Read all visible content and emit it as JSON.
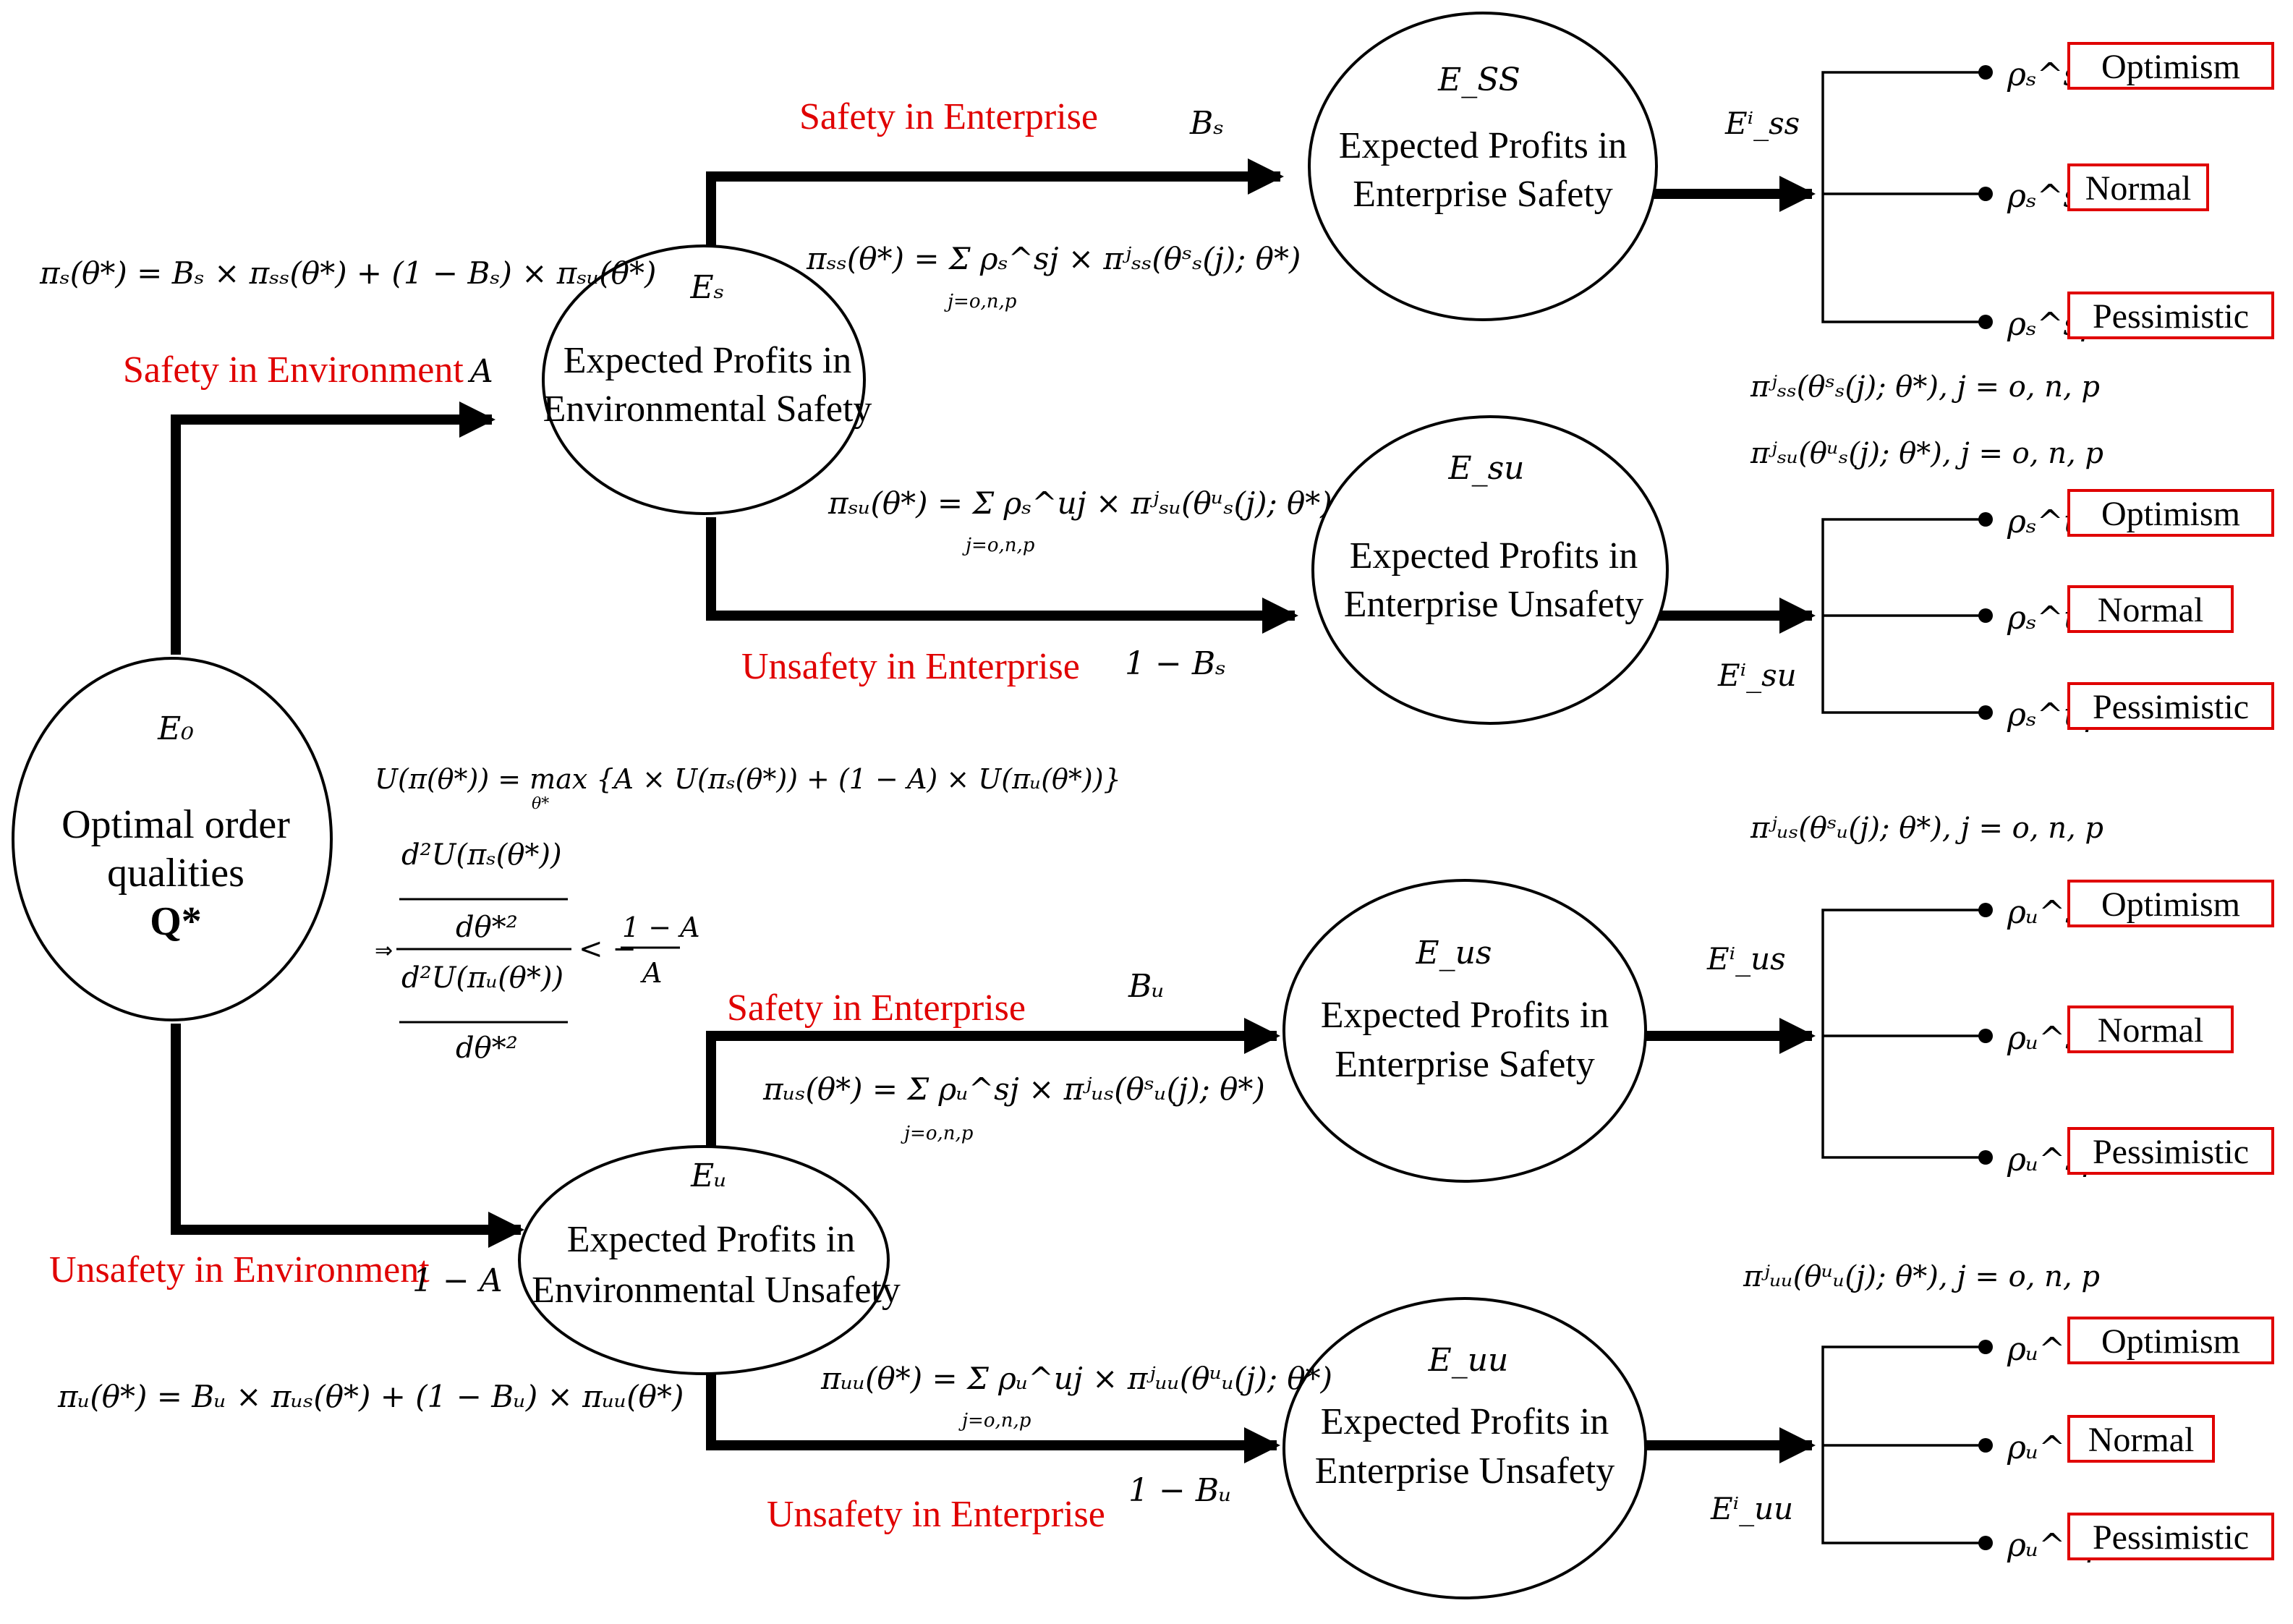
{
  "colors": {
    "line": "#000000",
    "red_text": "#e00000",
    "box_border": "#e00000",
    "background": "#ffffff"
  },
  "root": {
    "symbol": "E₀",
    "label_line1": "Optimal order",
    "label_line2": "qualities",
    "label_line3": "Q*"
  },
  "env_safe": {
    "symbol": "Eₛ",
    "label_line1": "Expected Profits in",
    "label_line2": "Environmental Safety"
  },
  "env_unsafe": {
    "symbol": "Eᵤ",
    "label_line1": "Expected Profits in",
    "label_line2": "Environmental Unsafety"
  },
  "ent": [
    {
      "symbol": "E_SS",
      "label_line1": "Expected Profits in",
      "label_line2": "Enterprise Safety",
      "out_label": "Eⁱ_ss",
      "rho": [
        "ρₛ^so",
        "ρₛ^sn",
        "ρₛ^sp"
      ],
      "options": [
        "Optimism",
        "Normal",
        "Pessimistic"
      ]
    },
    {
      "symbol": "E_su",
      "label_line1": "Expected Profits in",
      "label_line2": "Enterprise Unsafety",
      "out_label": "Eⁱ_su",
      "rho": [
        "ρₛ^uo",
        "ρₛ^un",
        "ρₛ^up"
      ],
      "options": [
        "Optimism",
        "Normal",
        "Pessimistic"
      ]
    },
    {
      "symbol": "E_us",
      "label_line1": "Expected Profits in",
      "label_line2": "Enterprise Safety",
      "out_label": "Eⁱ_us",
      "rho": [
        "ρᵤ^so",
        "ρᵤ^sn",
        "ρᵤ^sp"
      ],
      "options": [
        "Optimism",
        "Normal",
        "Pessimistic"
      ]
    },
    {
      "symbol": "E_uu",
      "label_line1": "Expected Profits in",
      "label_line2": "Enterprise Unsafety",
      "out_label": "Eⁱ_uu",
      "rho": [
        "ρᵤ^uo",
        "ρᵤ^un",
        "ρᵤ^up"
      ],
      "options": [
        "Optimism",
        "Normal",
        "Pessimistic"
      ]
    }
  ],
  "branch_labels": {
    "safety_env": "Safety in Environment",
    "unsafety_env": "Unsafety in Environment",
    "safety_ent_top": "Safety in Enterprise",
    "unsafety_ent_top": "Unsafety in Enterprise",
    "safety_ent_bottom": "Safety in Enterprise",
    "unsafety_ent_bottom": "Unsafety in Enterprise"
  },
  "probabilities": {
    "A": "A",
    "one_minus_A": "1 − A",
    "Bs": "Bₛ",
    "one_minus_Bs": "1 − Bₛ",
    "Bu": "Bᵤ",
    "one_minus_Bu": "1 − Bᵤ"
  },
  "formulas": {
    "pi_s": "πₛ(θ*) = Bₛ × πₛₛ(θ*) + (1 − Bₛ) × πₛᵤ(θ*)",
    "pi_u": "πᵤ(θ*) = Bᵤ × πᵤₛ(θ*) + (1 − Bᵤ) × πᵤᵤ(θ*)",
    "pi_ss": "πₛₛ(θ*) = Σ ρₛ^sj × πʲₛₛ(θˢₛ(j); θ*)",
    "pi_su": "πₛᵤ(θ*) = Σ ρₛ^uj × πʲₛᵤ(θᵘₛ(j); θ*)",
    "pi_us": "πᵤₛ(θ*) = Σ ρᵤ^sj × πʲᵤₛ(θˢᵤ(j); θ*)",
    "pi_uu": "πᵤᵤ(θ*) = Σ ρᵤ^uj × πʲᵤᵤ(θᵘᵤ(j); θ*)",
    "sum_index": "j=o,n,p",
    "utility": "U(π(θ*)) = max {A × U(πₛ(θ*)) + (1 − A) × U(πᵤ(θ*))}",
    "utility_sub": "θ*",
    "frac_num_num": "d²U(πₛ(θ*))",
    "frac_num_den": "dθ*²",
    "frac_den_num": "d²U(πᵤ(θ*))",
    "frac_den_den": "dθ*²",
    "implies": "⇒",
    "lt": "< −",
    "rhs_num": "1 − A",
    "rhs_den": "A",
    "cond_ss": "πʲₛₛ(θˢₛ(j); θ*), j = o, n, p",
    "cond_su": "πʲₛᵤ(θᵘₛ(j); θ*), j = o, n, p",
    "cond_us": "πʲᵤₛ(θˢᵤ(j); θ*), j = o, n, p",
    "cond_uu": "πʲᵤᵤ(θᵘᵤ(j); θ*), j = o, n, p"
  }
}
